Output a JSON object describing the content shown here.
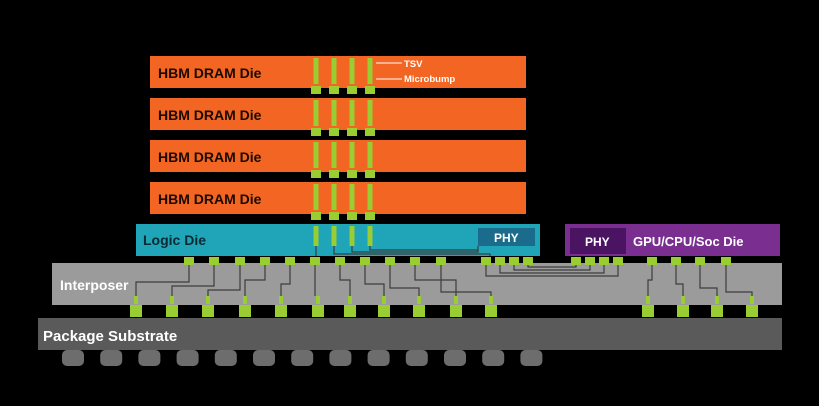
{
  "labels": {
    "dram": [
      "HBM DRAM Die",
      "HBM DRAM Die",
      "HBM DRAM Die",
      "HBM DRAM Die"
    ],
    "tsv": "TSV",
    "microbump": "Microbump",
    "logic_die": "Logic Die",
    "phy_logic": "PHY",
    "phy_gpu": "PHY",
    "gpu_die": "GPU/CPU/Soc Die",
    "interposer": "Interposer",
    "package_substrate": "Package Substrate"
  },
  "colors": {
    "dram": "#f26522",
    "logic": "#1fa4b8",
    "phy_logic": "#1a6b8c",
    "gpu": "#7a2e90",
    "phy_gpu": "#4a1463",
    "interposer": "#9b9b9b",
    "substrate": "#5a5a5a",
    "bump": "#9acd32",
    "ball": "#6d6d6d",
    "wire": "#3c3c3c"
  }
}
